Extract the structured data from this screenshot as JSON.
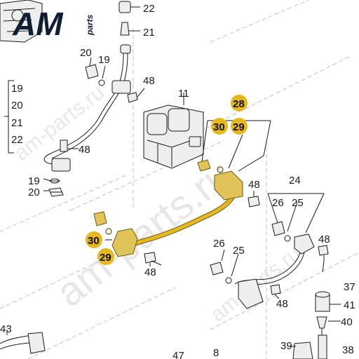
{
  "logo": {
    "mark": "AM",
    "suffix": "parts"
  },
  "watermark": {
    "main": "am-parts.ru",
    "small": "am-parts.ru"
  },
  "colors": {
    "highlight": "#e6b820",
    "highlight_part": "#e0c45a",
    "watermark": "#d4d4d4"
  },
  "callouts": {
    "c22_top": "22",
    "c21_top": "21",
    "c20_a": "20",
    "c19_a": "19",
    "c48_a": "48",
    "c11": "11",
    "c28": "28",
    "c30_a": "30",
    "c29_a": "29",
    "b19": "19",
    "b20": "20",
    "b21": "21",
    "b22": "22",
    "c48_b": "48",
    "c19_b": "19",
    "c20_b": "20",
    "c48_c": "48",
    "c24": "24",
    "c26_a": "26",
    "c25_a": "25",
    "c30_b": "30",
    "c29_b": "29",
    "c48_d": "48",
    "c26_b": "26",
    "c25_b": "25",
    "c48_e": "48",
    "c48_f": "48",
    "c37": "37",
    "c41": "41",
    "c40": "40",
    "c43": "43",
    "c39": "39",
    "c38": "38",
    "c47": "47",
    "c8": "8"
  }
}
